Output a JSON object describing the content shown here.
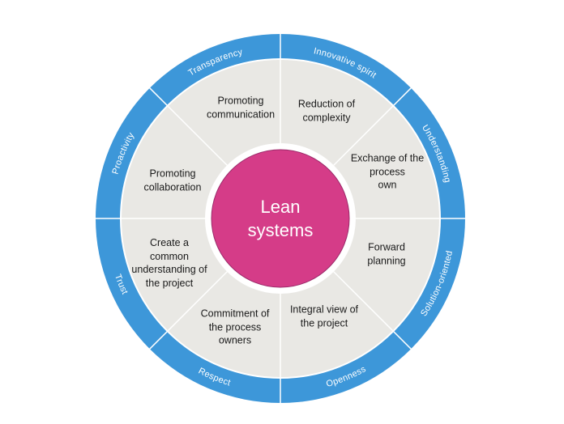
{
  "center": {
    "lines": [
      "Lean",
      "systems"
    ]
  },
  "ring_values": [
    {
      "label": "Transparency"
    },
    {
      "label": "Innovative spirit"
    },
    {
      "label": "Understanding"
    },
    {
      "label": "Solution-oriented"
    },
    {
      "label": "Openness"
    },
    {
      "label": "Respect"
    },
    {
      "label": "Trust"
    },
    {
      "label": "Proactivity"
    }
  ],
  "sectors": [
    {
      "lines": [
        "Promoting",
        "communication"
      ]
    },
    {
      "lines": [
        "Reduction of",
        "complexity"
      ]
    },
    {
      "lines": [
        "Exchange of the",
        "process",
        "own"
      ]
    },
    {
      "lines": [
        "Forward",
        "planning"
      ]
    },
    {
      "lines": [
        "Integral view of",
        "the project"
      ]
    },
    {
      "lines": [
        "Commitment of",
        "the process",
        "owners"
      ]
    },
    {
      "lines": [
        "Create a",
        "common",
        "understanding of",
        "the project"
      ]
    },
    {
      "lines": [
        "Promoting",
        "collaboration"
      ]
    }
  ],
  "colors": {
    "ring": "#3d97d9",
    "sector": "#e9e8e4",
    "center": "#d53c88",
    "center_border": "#9b2a6a"
  }
}
